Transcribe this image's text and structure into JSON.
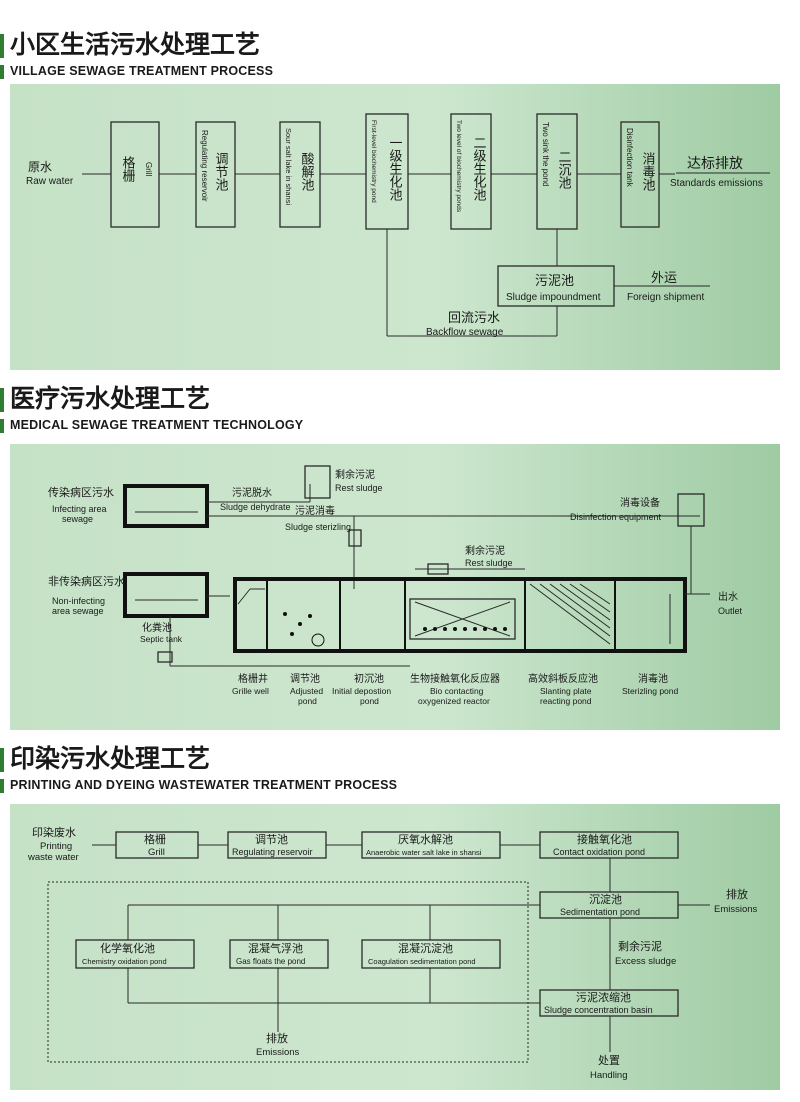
{
  "sections": [
    {
      "title_cn": "小区生活污水处理工艺",
      "title_en": "VILLAGE SEWAGE TREATMENT PROCESS",
      "nodes": {
        "raw_water": {
          "cn": "原水",
          "en": "Raw water"
        },
        "grill": {
          "cn": "格栅",
          "en": "Grill"
        },
        "regulating": {
          "cn": "调节池",
          "en": "Regulating reservoir"
        },
        "sour_salt": {
          "cn": "酸解池",
          "en": "Sour salt lake in shansi"
        },
        "first_bio": {
          "cn": "一级生化池",
          "en": "First-level biochemistry pond"
        },
        "second_bio": {
          "cn": "二级生化池",
          "en": "Two level of biochemistry ponds"
        },
        "second_sink": {
          "cn": "二沉池",
          "en": "Two sink the pond"
        },
        "disinfection": {
          "cn": "消毒池",
          "en": "Disinfection tank"
        },
        "standards": {
          "cn": "达标排放",
          "en": "Standards emissions"
        },
        "sludge_pond": {
          "cn": "污泥池",
          "en": "Sludge impoundment"
        },
        "foreign": {
          "cn": "外运",
          "en": "Foreign shipment"
        },
        "backflow": {
          "cn": "回流污水",
          "en": "Backflow sewage"
        }
      }
    },
    {
      "title_cn": "医疗污水处理工艺",
      "title_en": "MEDICAL SEWAGE TREATMENT TECHNOLOGY",
      "labels": {
        "infecting": {
          "cn": "传染病区污水",
          "en1": "Infecting area",
          "en2": "sewage"
        },
        "non_infecting": {
          "cn": "非传染病区污水",
          "en1": "Non-infecting",
          "en2": "area sewage"
        },
        "septic": {
          "cn": "化粪池",
          "en": "Septic tank"
        },
        "sludge_dehydrate": {
          "cn": "污泥脱水",
          "en": "Sludge dehydrate"
        },
        "rest_sludge_top": {
          "cn": "剩余污泥",
          "en": "Rest sludge"
        },
        "sludge_sterilizing": {
          "cn": "污泥消毒",
          "en": "Sludge sterizling"
        },
        "rest_sludge_mid": {
          "cn": "剩余污泥",
          "en": "Rest sludge"
        },
        "disinfection_equipment": {
          "cn": "消毒设备",
          "en": "Disinfection equipment"
        },
        "outlet": {
          "cn": "出水",
          "en": "Outlet"
        },
        "grille_well": {
          "cn": "格栅井",
          "en": "Grille well"
        },
        "adjusted": {
          "cn": "调节池",
          "en1": "Adjusted",
          "en2": "pond"
        },
        "initial_depo": {
          "cn": "初沉池",
          "en1": "Initial depostion",
          "en2": "pond"
        },
        "bio_contact": {
          "cn": "生物接触氧化反应器",
          "en1": "Bio contacting",
          "en2": "oxygenized reactor"
        },
        "slanting": {
          "cn": "高效斜板反应池",
          "en1": "Slanting plate",
          "en2": "reacting pond"
        },
        "sterizing": {
          "cn": "消毒池",
          "en": "Sterizling pond"
        }
      }
    },
    {
      "title_cn": "印染污水处理工艺",
      "title_en": "PRINTING AND DYEING WASTEWATER TREATMENT PROCESS",
      "nodes": {
        "printing": {
          "cn": "印染废水",
          "en1": "Printing",
          "en2": "waste water"
        },
        "grill": {
          "cn": "格栅",
          "en": "Grill"
        },
        "regulating": {
          "cn": "调节池",
          "en": "Regulating reservoir"
        },
        "anaerobic": {
          "cn": "厌氧水解池",
          "en": "Anaerobic water salt lake in shansi"
        },
        "contact_ox": {
          "cn": "接触氧化池",
          "en": "Contact oxidation pond"
        },
        "sedimentation": {
          "cn": "沉淀池",
          "en": "Sedimentation pond"
        },
        "emissions_right": {
          "cn": "排放",
          "en": "Emissions"
        },
        "excess": {
          "cn": "剩余污泥",
          "en": "Excess sludge"
        },
        "sludge_conc": {
          "cn": "污泥浓缩池",
          "en": "Sludge concentration basin"
        },
        "handling": {
          "cn": "处置",
          "en": "Handling"
        },
        "chem_ox": {
          "cn": "化学氧化池",
          "en": "Chemistry oxidation pond"
        },
        "gas_float": {
          "cn": "混凝气浮池",
          "en": "Gas floats the pond"
        },
        "coag_sed": {
          "cn": "混凝沉淀池",
          "en": "Coagulation sedimentation pond"
        },
        "emissions_bottom": {
          "cn": "排放",
          "en": "Emissions"
        }
      }
    }
  ],
  "colors": {
    "panel": "#c5e1c6",
    "accent": "#2e7d32",
    "line": "#2a2a2a"
  }
}
